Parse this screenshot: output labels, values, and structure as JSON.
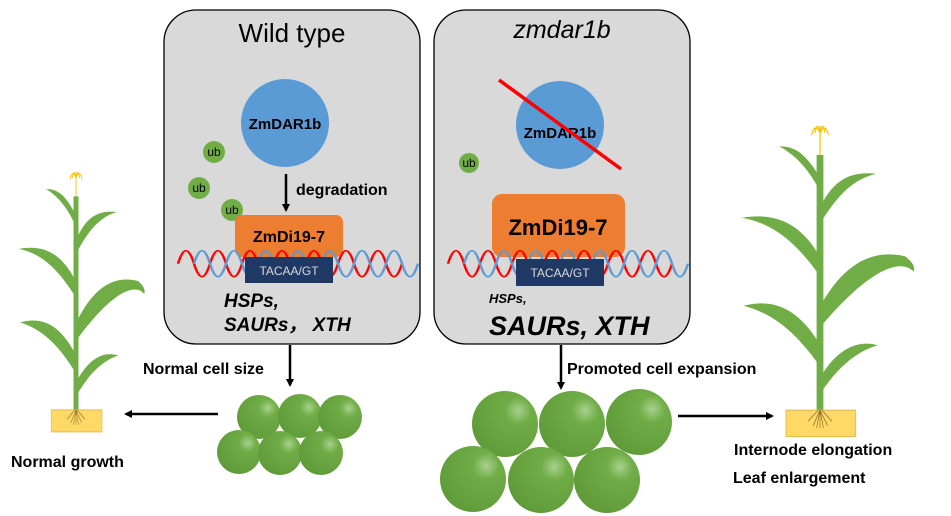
{
  "panels": {
    "wild_type": {
      "title": "Wild type",
      "protein_dar": "ZmDAR1b",
      "ub_label": "ub",
      "arrow_label": "degradation",
      "protein_di": "ZmDi19-7",
      "motif": "TACAA/GT",
      "genes_line1": "HSPs,",
      "genes_line2": "SAURs， XTH"
    },
    "mutant": {
      "title": "zmdar1b",
      "protein_dar": "ZmDAR1b",
      "ub_label": "ub",
      "protein_di": "ZmDi19-7",
      "motif": "TACAA/GT",
      "genes_line1": "HSPs,",
      "genes_line2": "SAURs, XTH"
    }
  },
  "labels": {
    "normal_cell_size": "Normal cell size",
    "normal_growth": "Normal growth",
    "promoted_cell_expansion": "Promoted cell expansion",
    "internode_elongation": "Internode elongation",
    "leaf_enlargement": "Leaf enlargement"
  },
  "colors": {
    "panel_fill": "#d9d9d9",
    "dar_blue": "#5b9bd5",
    "di_orange": "#ed7d31",
    "motif_navy": "#203864",
    "ub_green": "#70ad47",
    "dna_red": "#ff0000",
    "dna_blue": "#5b9bd5",
    "plant_green": "#70ad47",
    "soil_yellow": "#ffd966",
    "tassel": "#ffc000"
  }
}
